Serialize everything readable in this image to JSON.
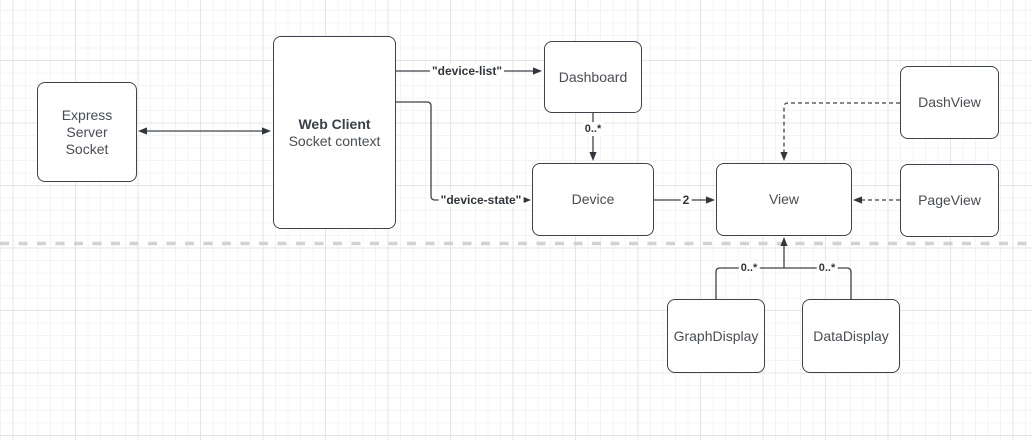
{
  "diagram": {
    "type": "uml-architecture-diagram",
    "nodes": {
      "express": {
        "lines": [
          "Express",
          "Server",
          "Socket"
        ]
      },
      "web_client": {
        "title": "Web Client",
        "subtitle": "Socket context"
      },
      "dashboard": {
        "label": "Dashboard"
      },
      "device": {
        "label": "Device"
      },
      "view": {
        "label": "View"
      },
      "dashview": {
        "label": "DashView"
      },
      "pageview": {
        "label": "PageView"
      },
      "graphdisplay": {
        "label": "GraphDisplay"
      },
      "datadisplay": {
        "label": "DataDisplay"
      }
    },
    "edges": {
      "device_list_label": "\"device-list\"",
      "device_state_label": "\"device-state\"",
      "dashboard_device_multiplicity": "0..*",
      "device_view_count": "2",
      "view_graphdisplay_multiplicity": "0..*",
      "view_datadisplay_multiplicity": "0..*"
    },
    "colors": {
      "stroke": "#3d434b",
      "node_fill": "#ffffff",
      "node_text": "#484d54",
      "edge_label_text": "#30353c",
      "grid_minor": "#f4f4f6",
      "grid_major": "#e5e5e8",
      "separator": "#d2d2d6"
    }
  }
}
